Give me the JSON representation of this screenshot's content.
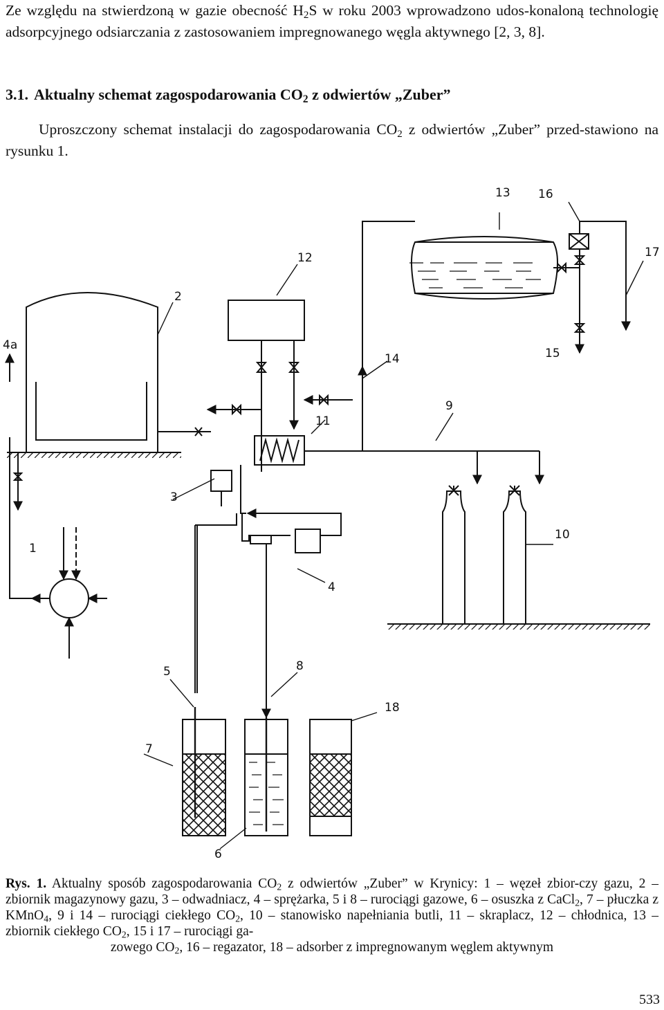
{
  "intro": {
    "l1_a": "Ze względu na stwierdzoną w gazie obecność H",
    "l1_sub": "2",
    "l1_b": "S w roku 2003 wprowadzono udos-konaloną technologię adsorpcyjnego odsiarczania z zastosowaniem impregnowanego węgla aktywnego [2, 3, 8]."
  },
  "section": {
    "number": "3.1.",
    "title_a": "Aktualny schemat zagospodarowania CO",
    "title_sub": "2",
    "title_b": " z odwiertów „Zuber”"
  },
  "section_para": {
    "a": "Uproszczony schemat instalacji do zagospodarowania CO",
    "sub": "2",
    "b": " z odwiertów „Zuber” przed-stawiono na rysunku 1."
  },
  "figure_labels": {
    "n1": "1",
    "n2": "2",
    "n3": "3",
    "n4": "4",
    "n5": "5",
    "n6": "6",
    "n7": "7",
    "n8": "8",
    "n9": "9",
    "n10": "10",
    "n11": "11",
    "n12": "12",
    "n13": "13",
    "n14": "14",
    "n15": "15",
    "n16": "16",
    "n17": "17",
    "n18": "18",
    "n4a": "4a"
  },
  "caption": {
    "label": "Rys. 1.",
    "t1": " Aktualny sposób zagospodarowania CO",
    "t2": " z odwiertów „Zuber” w Krynicy: 1 – węzeł zbior-czy gazu, 2 – zbiornik magazynowy gazu, 3 – odwadniacz, 4 – sprężarka, 5 i 8 – rurociągi gazowe, 6 – osuszka z CaCl",
    "t3": ", 7 – płuczka z KMnO",
    "t4": ", 9 i 14 – rurociągi ciekłego CO",
    "t5": ", 10 – stanowisko napełniania butli, 11 – skraplacz, 12 – chłodnica, 13 – zbiornik ciekłego CO",
    "t6": ", 15 i 17 – rurociągi ga-",
    "t7": "zowego CO",
    "t8": ", 16 – regazator, 18 – adsorber z impregnowanym węglem aktywnym",
    "sub2": "2",
    "sub4": "4"
  },
  "page_number": "533"
}
